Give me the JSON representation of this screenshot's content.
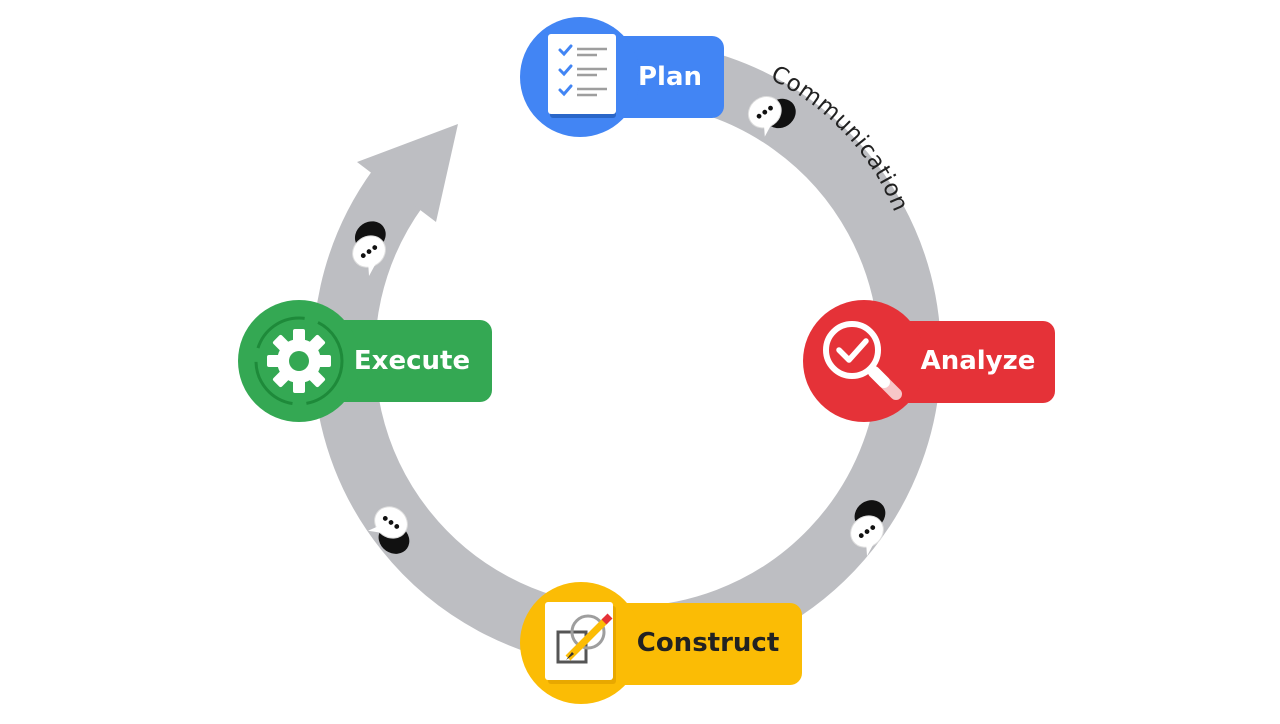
{
  "diagram": {
    "stages": {
      "plan": {
        "label": "Plan",
        "icon": "checklist-icon",
        "color": "#4285F4",
        "dark": "#2F6FD6"
      },
      "analyze": {
        "label": "Analyze",
        "icon": "magnifier-check-icon",
        "color": "#E53238",
        "dark": "#C4242A"
      },
      "construct": {
        "label": "Construct",
        "icon": "pencil-canvas-icon",
        "color": "#FBBC05",
        "dark": "#E8A800"
      },
      "execute": {
        "label": "Execute",
        "icon": "gear-icon",
        "color": "#34A853",
        "dark": "#23913F"
      }
    },
    "cycle_label": "Communication",
    "ring_color": "#BDBEC2"
  }
}
